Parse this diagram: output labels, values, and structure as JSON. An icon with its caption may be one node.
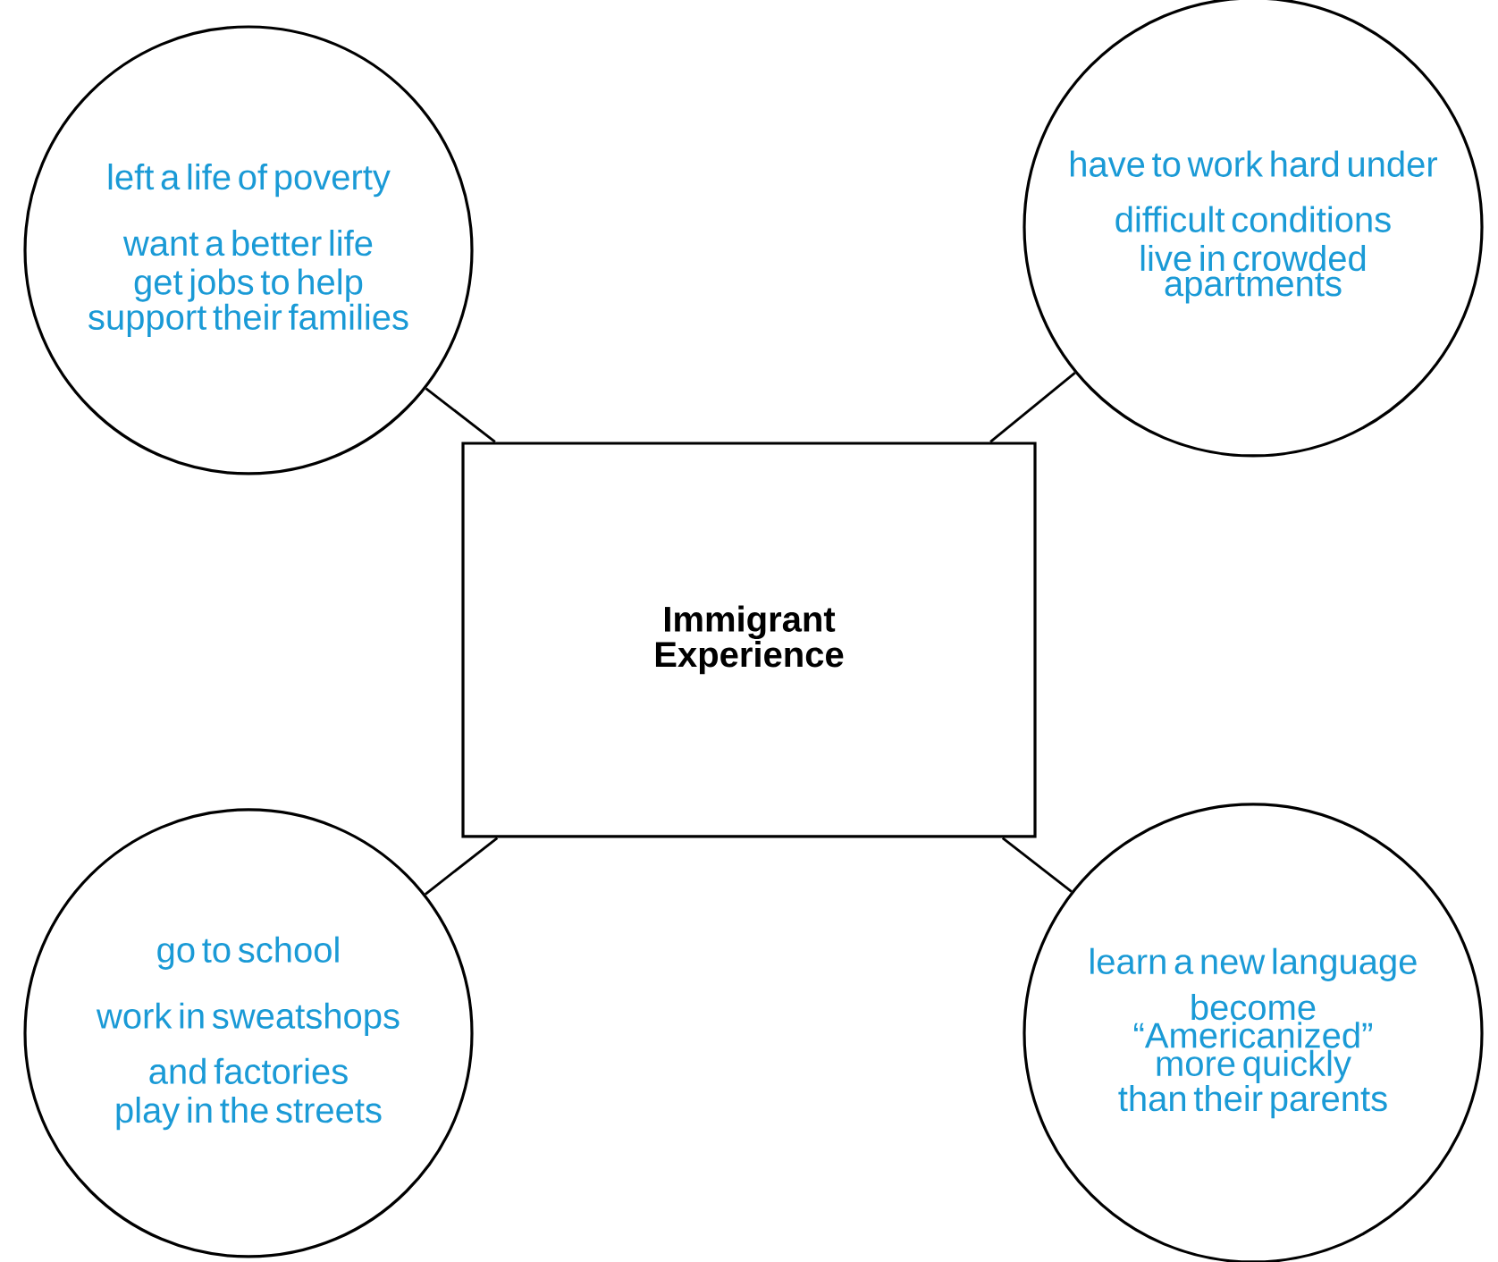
{
  "diagram": {
    "nodes": [
      {
        "text": [
          "Immigrant Experience"
        ]
      },
      {
        "text": [
          "left a life of poverty",
          "want a better life",
          "get jobs to help support their families"
        ]
      },
      {
        "text": [
          "have to work hard under difficult conditions",
          "live in crowded apartments"
        ]
      },
      {
        "text": [
          "go to school",
          "work in sweatshops and factories",
          "play in the streets"
        ]
      },
      {
        "text": [
          "learn a new language",
          "become “Americanized” more quickly than their parents"
        ]
      }
    ],
    "edges": [
      {
        "from": 0,
        "to": 1,
        "arrow": "none"
      },
      {
        "from": 0,
        "to": 2,
        "arrow": "none"
      },
      {
        "from": 0,
        "to": 3,
        "arrow": "none"
      },
      {
        "from": 0,
        "to": 4,
        "arrow": "none"
      }
    ]
  }
}
